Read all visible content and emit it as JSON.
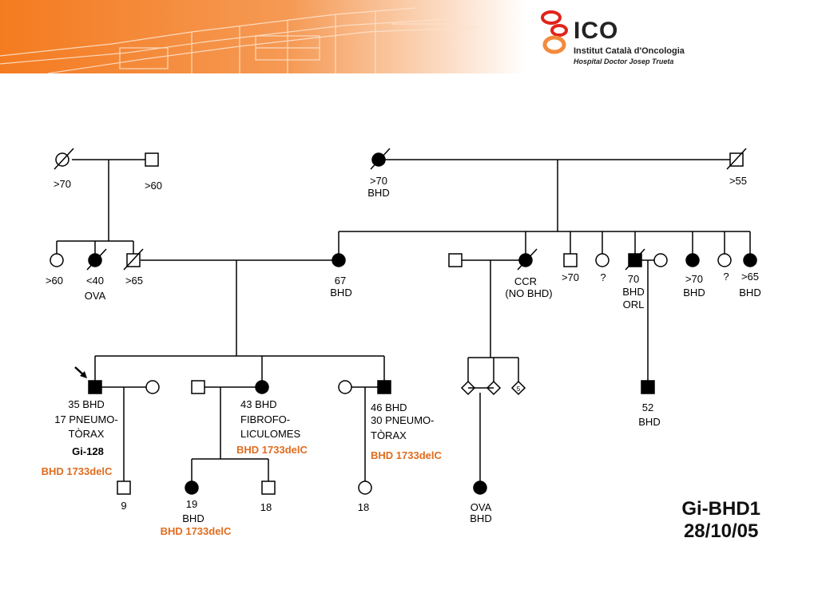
{
  "header": {
    "logo": {
      "title": "ICO",
      "line1": "Institut Català d'Oncologia",
      "line2": "Hospital Doctor Josep Trueta"
    }
  },
  "colors": {
    "mutation_text": "#e06c1e",
    "banner": "#f28a3d"
  },
  "pedigree": {
    "gen1": {
      "paternal_grandmother": ">70",
      "paternal_grandfather": ">60",
      "maternal_grandmother": [
        ">70",
        "BHD"
      ],
      "maternal_grandfather": ">55"
    },
    "gen2": {
      "aunt_1": ">60",
      "aunt_2": [
        "<40",
        "OVA"
      ],
      "father": ">65",
      "mother": [
        "67",
        "BHD"
      ],
      "aunt_ccr": [
        "CCR",
        "(NO BHD)"
      ],
      "uncle_1": ">70",
      "aunt_unknown_1": "?",
      "uncle_orl": [
        "70",
        "BHD",
        "ORL"
      ],
      "aunt_3": [
        ">70",
        "BHD"
      ],
      "aunt_unknown_2": "?",
      "aunt_4": [
        ">65",
        "BHD"
      ]
    },
    "gen3": {
      "proband": [
        "35 BHD",
        "17 PNEUMO-",
        "TÒRAX"
      ],
      "proband_id": "Gi-128",
      "proband_mutation": "BHD 1733delC",
      "sister": [
        "43 BHD",
        "FIBROFO-",
        "LICULOMES"
      ],
      "sister_mutation": "BHD 1733delC",
      "brother": [
        "46 BHD",
        "30 PNEUMO-",
        "TÒRAX"
      ],
      "brother_mutation": "BHD 1733delC",
      "cousins_count": "5",
      "cousin": [
        "52",
        "BHD"
      ]
    },
    "gen4": {
      "proband_son": "9",
      "niece": [
        "19",
        "BHD"
      ],
      "niece_mutation": "BHD 1733delC",
      "nephew": "18",
      "brother_daughter": "18",
      "cousin_child": [
        "OVA",
        "BHD"
      ]
    }
  },
  "footer": {
    "family_id": "Gi-BHD1",
    "date": "28/10/05"
  }
}
